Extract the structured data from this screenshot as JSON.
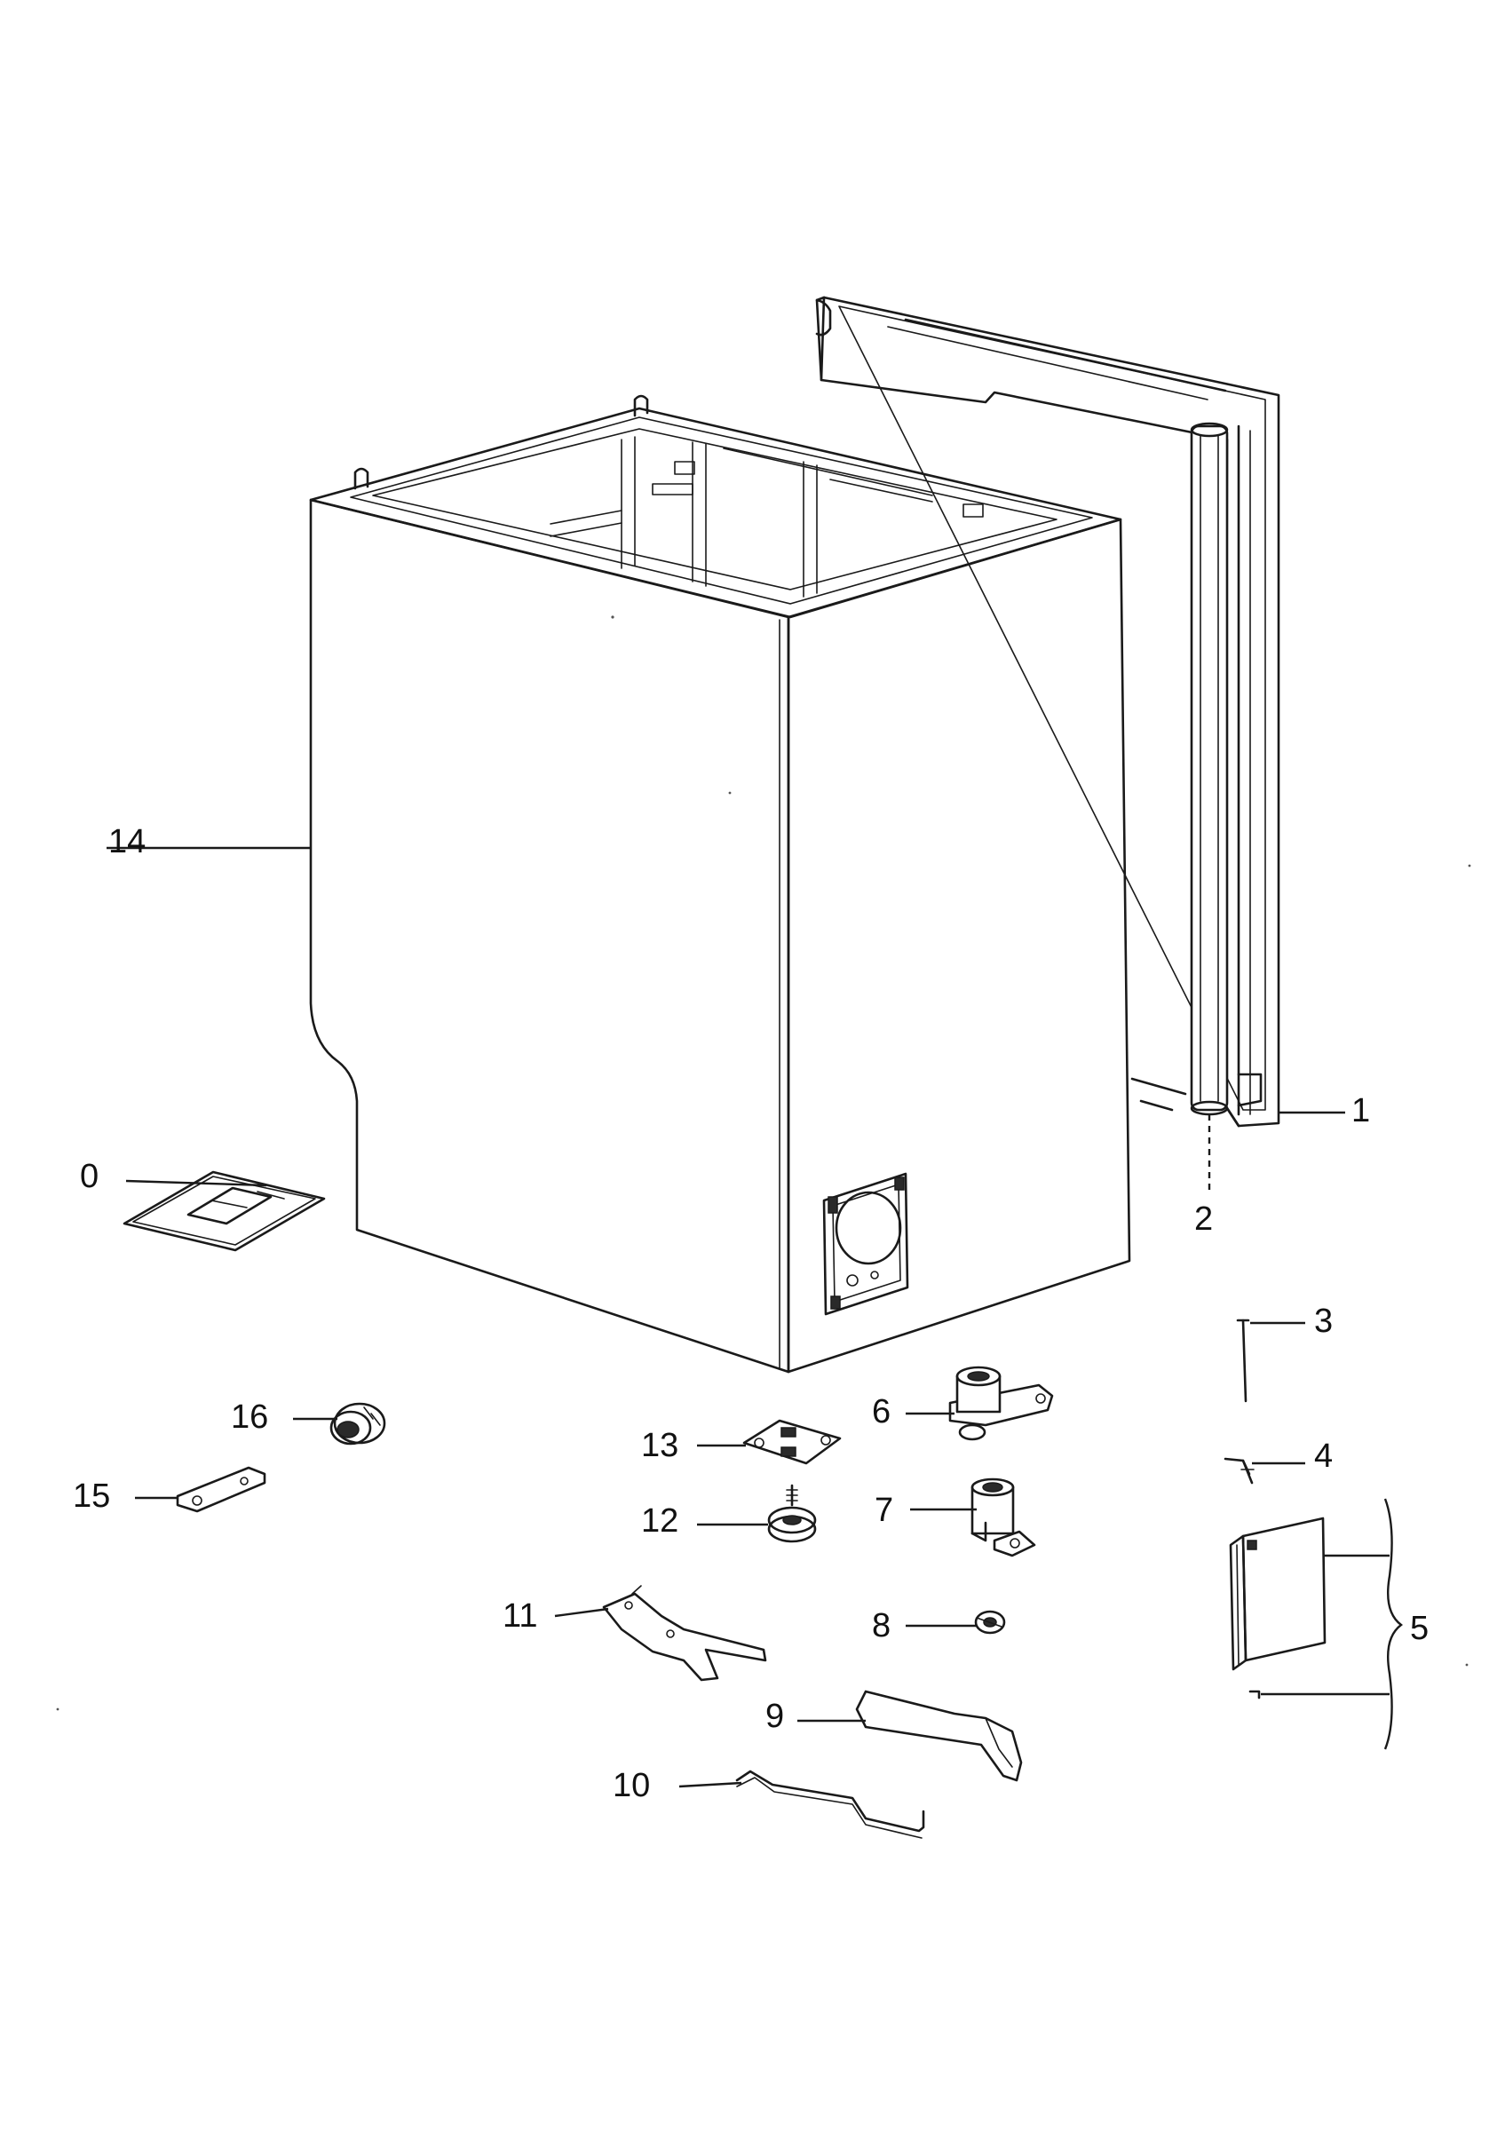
{
  "callouts": {
    "c0": "0",
    "c1": "1",
    "c2": "2",
    "c3": "3",
    "c4": "4",
    "c5": "5",
    "c6": "6",
    "c7": "7",
    "c8": "8",
    "c9": "9",
    "c10": "10",
    "c11": "11",
    "c12": "12",
    "c13": "13",
    "c14": "14",
    "c15": "15",
    "c16": "16"
  }
}
